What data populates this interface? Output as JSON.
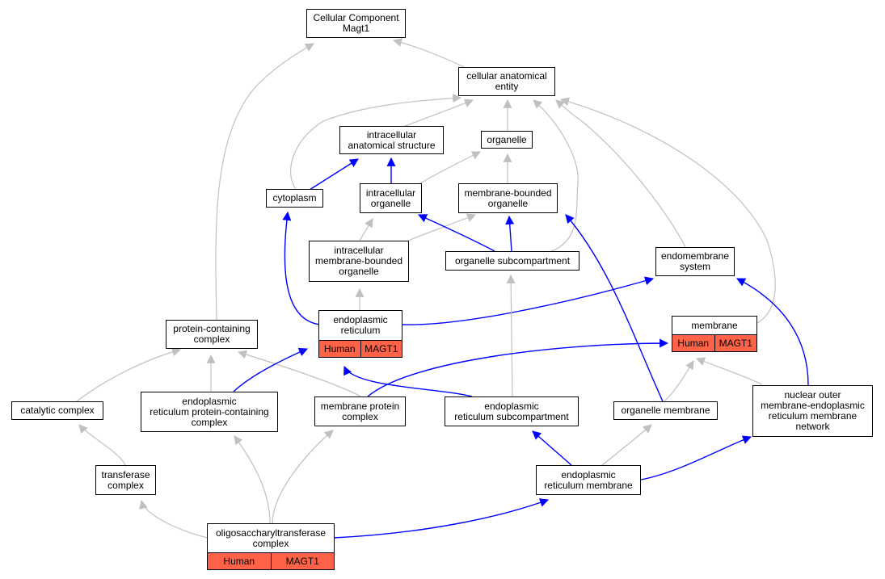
{
  "colors": {
    "is_a_edge": "#c0c0c0",
    "part_of_edge": "#0000ff",
    "annotation_fill": "#ff6347",
    "node_border": "#000000"
  },
  "nodes": {
    "root": {
      "label": "Cellular Component\nMagt1"
    },
    "cellular_anatomical_entity": {
      "label": "cellular anatomical\nentity"
    },
    "intracellular_anatomical_structure": {
      "label": "intracellular\nanatomical structure"
    },
    "organelle": {
      "label": "organelle"
    },
    "cytoplasm": {
      "label": "cytoplasm"
    },
    "intracellular_organelle": {
      "label": "intracellular\norganelle"
    },
    "membrane_bounded_organelle": {
      "label": "membrane-bounded\norganelle"
    },
    "intracellular_membrane_bounded_organelle": {
      "label": "intracellular\nmembrane-bounded\norganelle"
    },
    "organelle_subcompartment": {
      "label": "organelle subcompartment"
    },
    "endomembrane_system": {
      "label": "endomembrane\nsystem"
    },
    "endoplasmic_reticulum": {
      "label": "endoplasmic\nreticulum",
      "annotations": [
        "Human",
        "MAGT1"
      ]
    },
    "membrane": {
      "label": "membrane",
      "annotations": [
        "Human",
        "MAGT1"
      ]
    },
    "protein_containing_complex": {
      "label": "protein-containing\ncomplex"
    },
    "catalytic_complex": {
      "label": "catalytic complex"
    },
    "er_protein_containing_complex": {
      "label": "endoplasmic\nreticulum protein-containing\ncomplex"
    },
    "membrane_protein_complex": {
      "label": "membrane protein\ncomplex"
    },
    "er_subcompartment": {
      "label": "endoplasmic\nreticulum subcompartment"
    },
    "organelle_membrane": {
      "label": "organelle membrane"
    },
    "nuclear_outer_membrane_er_network": {
      "label": "nuclear outer\nmembrane-endoplasmic\nreticulum membrane\nnetwork"
    },
    "transferase_complex": {
      "label": "transferase\ncomplex"
    },
    "er_membrane": {
      "label": "endoplasmic\nreticulum membrane"
    },
    "oligosaccharyltransferase_complex": {
      "label": "oligosaccharyltransferase\ncomplex",
      "annotations": [
        "Human",
        "MAGT1"
      ]
    }
  },
  "edges": [
    {
      "from": "cellular_anatomical_entity",
      "to": "root",
      "type": "is_a"
    },
    {
      "from": "protein_containing_complex",
      "to": "root",
      "type": "is_a"
    },
    {
      "from": "intracellular_anatomical_structure",
      "to": "cellular_anatomical_entity",
      "type": "is_a"
    },
    {
      "from": "organelle",
      "to": "cellular_anatomical_entity",
      "type": "is_a"
    },
    {
      "from": "cytoplasm",
      "to": "cellular_anatomical_entity",
      "type": "is_a"
    },
    {
      "from": "organelle_subcompartment",
      "to": "cellular_anatomical_entity",
      "type": "is_a"
    },
    {
      "from": "endomembrane_system",
      "to": "cellular_anatomical_entity",
      "type": "is_a"
    },
    {
      "from": "membrane",
      "to": "cellular_anatomical_entity",
      "type": "is_a"
    },
    {
      "from": "cytoplasm",
      "to": "intracellular_anatomical_structure",
      "type": "part_of"
    },
    {
      "from": "intracellular_organelle",
      "to": "intracellular_anatomical_structure",
      "type": "part_of"
    },
    {
      "from": "intracellular_organelle",
      "to": "organelle",
      "type": "is_a"
    },
    {
      "from": "membrane_bounded_organelle",
      "to": "organelle",
      "type": "is_a"
    },
    {
      "from": "intracellular_membrane_bounded_organelle",
      "to": "intracellular_organelle",
      "type": "is_a"
    },
    {
      "from": "intracellular_membrane_bounded_organelle",
      "to": "membrane_bounded_organelle",
      "type": "is_a"
    },
    {
      "from": "organelle_subcompartment",
      "to": "intracellular_organelle",
      "type": "part_of"
    },
    {
      "from": "organelle_subcompartment",
      "to": "membrane_bounded_organelle",
      "type": "part_of"
    },
    {
      "from": "endoplasmic_reticulum",
      "to": "intracellular_membrane_bounded_organelle",
      "type": "is_a"
    },
    {
      "from": "endoplasmic_reticulum",
      "to": "cytoplasm",
      "type": "part_of"
    },
    {
      "from": "endoplasmic_reticulum",
      "to": "endomembrane_system",
      "type": "part_of"
    },
    {
      "from": "organelle_membrane",
      "to": "membrane_bounded_organelle",
      "type": "part_of"
    },
    {
      "from": "catalytic_complex",
      "to": "protein_containing_complex",
      "type": "is_a"
    },
    {
      "from": "er_protein_containing_complex",
      "to": "protein_containing_complex",
      "type": "is_a"
    },
    {
      "from": "membrane_protein_complex",
      "to": "protein_containing_complex",
      "type": "is_a"
    },
    {
      "from": "er_protein_containing_complex",
      "to": "endoplasmic_reticulum",
      "type": "part_of"
    },
    {
      "from": "er_subcompartment",
      "to": "endoplasmic_reticulum",
      "type": "part_of"
    },
    {
      "from": "er_subcompartment",
      "to": "organelle_subcompartment",
      "type": "is_a"
    },
    {
      "from": "membrane_protein_complex",
      "to": "membrane",
      "type": "part_of"
    },
    {
      "from": "organelle_membrane",
      "to": "membrane",
      "type": "is_a"
    },
    {
      "from": "nuclear_outer_membrane_er_network",
      "to": "membrane",
      "type": "is_a"
    },
    {
      "from": "nuclear_outer_membrane_er_network",
      "to": "endomembrane_system",
      "type": "part_of"
    },
    {
      "from": "transferase_complex",
      "to": "catalytic_complex",
      "type": "is_a"
    },
    {
      "from": "er_membrane",
      "to": "er_subcompartment",
      "type": "part_of"
    },
    {
      "from": "er_membrane",
      "to": "organelle_membrane",
      "type": "is_a"
    },
    {
      "from": "er_membrane",
      "to": "nuclear_outer_membrane_er_network",
      "type": "part_of"
    },
    {
      "from": "oligosaccharyltransferase_complex",
      "to": "transferase_complex",
      "type": "is_a"
    },
    {
      "from": "oligosaccharyltransferase_complex",
      "to": "er_protein_containing_complex",
      "type": "is_a"
    },
    {
      "from": "oligosaccharyltransferase_complex",
      "to": "membrane_protein_complex",
      "type": "is_a"
    },
    {
      "from": "oligosaccharyltransferase_complex",
      "to": "er_membrane",
      "type": "part_of"
    }
  ]
}
